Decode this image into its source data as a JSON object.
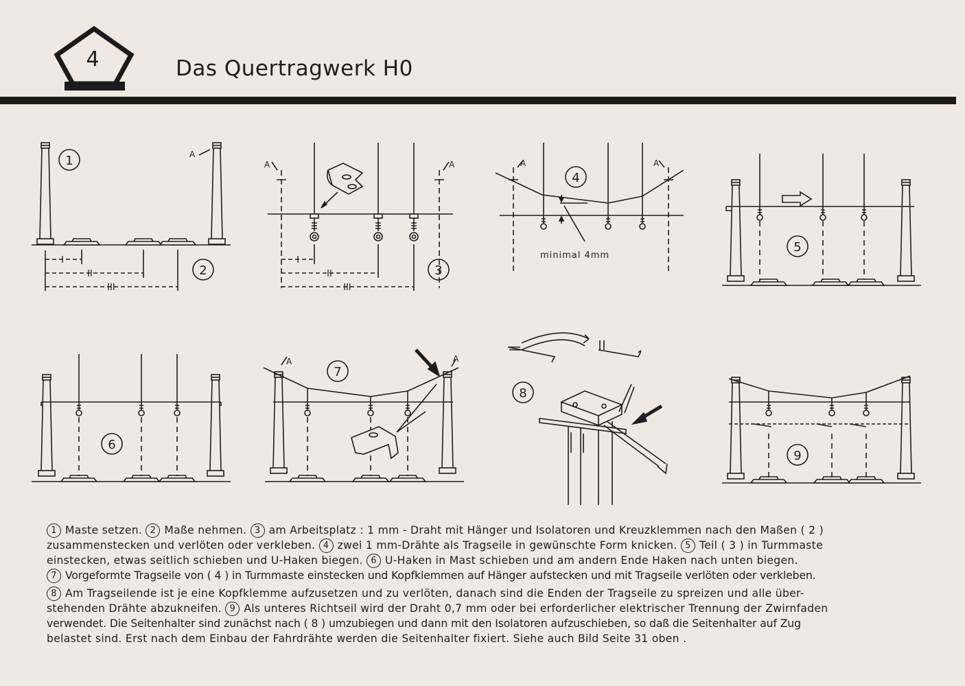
{
  "header": {
    "chapter_number": "4",
    "title": "Das Quertragwerk H0"
  },
  "diagrams": {
    "fig1": {
      "number": "1",
      "label_a": "A",
      "dim_i": "I",
      "dim_ii": "II",
      "dim_iii": "III",
      "number_2": "2"
    },
    "fig3": {
      "number": "3",
      "label_a_left": "A",
      "label_a_right": "A",
      "dim_i": "I",
      "dim_ii": "II",
      "dim_iii": "III"
    },
    "fig4": {
      "number": "4",
      "label_a_left": "A",
      "label_a_right": "A",
      "note": "minimal 4mm"
    },
    "fig5": {
      "number": "5"
    },
    "fig6": {
      "number": "6"
    },
    "fig7": {
      "number": "7",
      "label_a_left": "A",
      "label_a_right": "A"
    },
    "fig8": {
      "number": "8"
    },
    "fig9": {
      "number": "9"
    }
  },
  "caption": {
    "n1": "1",
    "p1": "Maste setzen.",
    "n2": "2",
    "p2": "Maße nehmen.",
    "n3": "3",
    "p3a": "am Arbeitsplatz : 1 mm - Draht mit Hänger und Isolatoren und Kreuzklemmen nach den Maßen ( 2 )",
    "p3b": "zusammenstecken und verlöten oder verkleben.",
    "n4": "4",
    "p4": "zwei 1 mm-Drähte als Tragseile in gewünschte Form knicken.",
    "n5": "5",
    "p5a": "Teil ( 3 ) in Turmmaste",
    "p5b": "einstecken, etwas seitlich schieben und U-Haken biegen.",
    "n6": "6",
    "p6": "U-Haken in Mast schieben und am andern Ende Haken nach unten biegen.",
    "n7": "7",
    "p7": "Vorgeformte Tragseile von ( 4 ) in Turmmaste einstecken und Kopfklemmen auf Hänger aufstecken und mit Tragseile verlöten oder verkleben.",
    "n8": "8",
    "p8a": "Am Tragseilende ist je eine Kopfklemme aufzusetzen und zu verlöten, danach sind die Enden der Tragseile zu spreizen und alle über-",
    "p8b": "stehenden Drähte abzukneifen.",
    "n9": "9",
    "p9a": "Als unteres Richtseil wird der Draht 0,7 mm oder bei erforderlicher elektrischer Trennung der Zwirnfaden",
    "p9b": "verwendet. Die Seitenhalter sind zunächst nach ( 8 ) umzubiegen und dann mit den Isolatoren aufzuschieben, so daß die Seitenhalter auf Zug",
    "p9c": "belastet sind. Erst nach dem Einbau der Fahrdrähte werden die Seitenhalter fixiert. Siehe auch Bild Seite 31 oben ."
  }
}
